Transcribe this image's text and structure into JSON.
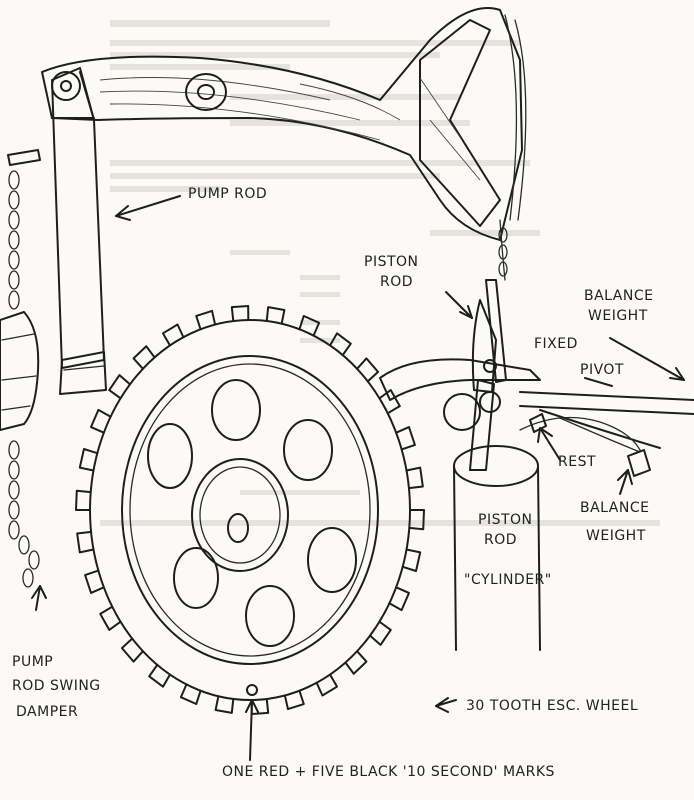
{
  "labels": {
    "pump_rod": "PUMP ROD",
    "piston_rod_top_1": "PISTON",
    "piston_rod_top_2": "ROD",
    "balance_weight_top_1": "BALANCE",
    "balance_weight_top_2": "WEIGHT",
    "fixed": "FIXED",
    "pivot": "PIVOT",
    "rest": "REST",
    "balance_weight_bottom_1": "BALANCE",
    "balance_weight_bottom_2": "WEIGHT",
    "piston_rod_mid_1": "PISTON",
    "piston_rod_mid_2": "ROD",
    "cylinder": "\"CYLINDER\"",
    "damper_1": "PUMP",
    "damper_2": "ROD SWING",
    "damper_3": "DAMPER",
    "escape_wheel": "30 TOOTH ESC. WHEEL",
    "marks": "ONE RED + FIVE BLACK '10 SECOND' MARKS"
  },
  "ink_color": "#1e1e1e",
  "paper_color": "#fbfaf7"
}
